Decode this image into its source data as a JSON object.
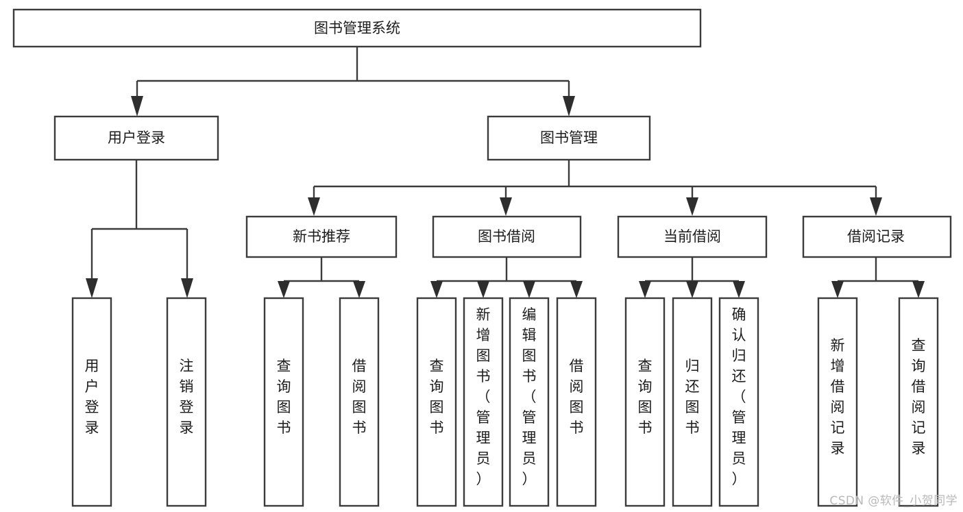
{
  "diagram": {
    "title": "图书管理系统",
    "type": "hierarchy-tree",
    "root": {
      "id": "root",
      "label": "图书管理系统"
    },
    "level2": [
      {
        "id": "user-login",
        "label": "用户登录"
      },
      {
        "id": "book-manage",
        "label": "图书管理"
      }
    ],
    "level3": [
      {
        "id": "new-book-recommend",
        "label": "新书推荐",
        "parent": "book-manage"
      },
      {
        "id": "book-borrow",
        "label": "图书借阅",
        "parent": "book-manage"
      },
      {
        "id": "current-borrow",
        "label": "当前借阅",
        "parent": "book-manage"
      },
      {
        "id": "borrow-record",
        "label": "借阅记录",
        "parent": "book-manage"
      }
    ],
    "leaves": {
      "user-login": [
        {
          "id": "leaf-user-login",
          "label": "用户登录"
        },
        {
          "id": "leaf-user-logout",
          "label": "注销登录"
        }
      ],
      "new-book-recommend": [
        {
          "id": "leaf-query-book-1",
          "label": "查询图书"
        },
        {
          "id": "leaf-borrow-book-1",
          "label": "借阅图书"
        }
      ],
      "book-borrow": [
        {
          "id": "leaf-query-book-2",
          "label": "查询图书"
        },
        {
          "id": "leaf-add-book",
          "label": "新增图书（管理员）"
        },
        {
          "id": "leaf-edit-book",
          "label": "编辑图书（管理员）"
        },
        {
          "id": "leaf-borrow-book-2",
          "label": "借阅图书"
        }
      ],
      "current-borrow": [
        {
          "id": "leaf-query-book-3",
          "label": "查询图书"
        },
        {
          "id": "leaf-return-book",
          "label": "归还图书"
        },
        {
          "id": "leaf-confirm-return",
          "label": "确认归还（管理员）"
        }
      ],
      "borrow-record": [
        {
          "id": "leaf-add-record",
          "label": "新增借阅记录"
        },
        {
          "id": "leaf-query-record",
          "label": "查询借阅记录"
        }
      ]
    }
  },
  "watermark": {
    "text": "CSDN @软件_小贺同学"
  },
  "colors": {
    "box_stroke": "#3b3b3b",
    "connector": "#3b3b3b",
    "text": "#1c1c1c",
    "background": "#ffffff",
    "watermark": "#b9b9b9"
  }
}
